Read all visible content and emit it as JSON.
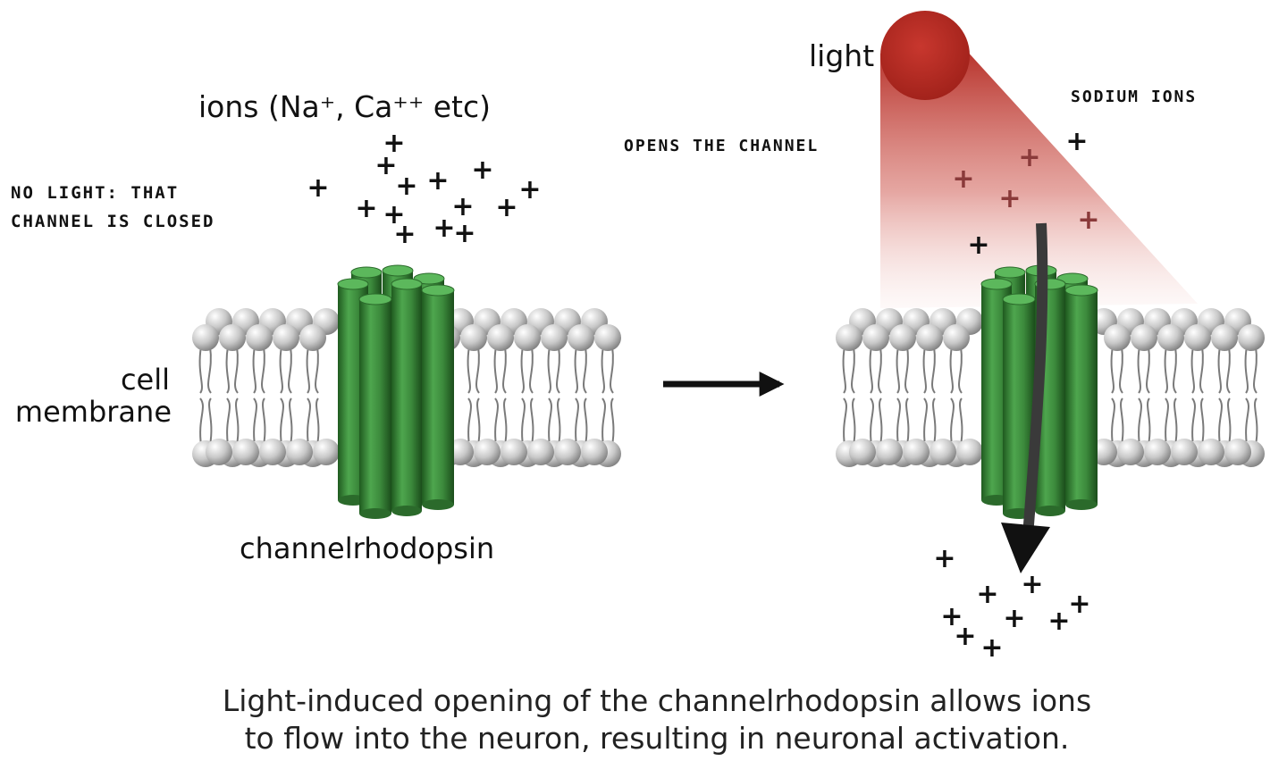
{
  "labels": {
    "ions": "ions (Na⁺, Ca⁺⁺ etc)",
    "no_light_line1": "NO LIGHT: THAT",
    "no_light_line2": "CHANNEL IS CLOSED",
    "cell": "cell",
    "membrane": "membrane",
    "channelrhodopsin": "channelrhodopsin",
    "light": "light",
    "opens_channel": "OPENS THE CHANNEL",
    "sodium_ions": "SODIUM IONS",
    "plus": "+"
  },
  "caption": {
    "line1": "Light-induced opening of the channelrhodopsin allows ions",
    "line2": "to flow into the neuron, resulting in neuronal activation."
  },
  "colors": {
    "channel_green": "#3f8f3f",
    "channel_dark": "#2b6a2b",
    "light_red": "#b3261e",
    "ion_black": "#111111",
    "ion_red": "#8a3a3a",
    "bead_gray": "#bdbdbd"
  }
}
